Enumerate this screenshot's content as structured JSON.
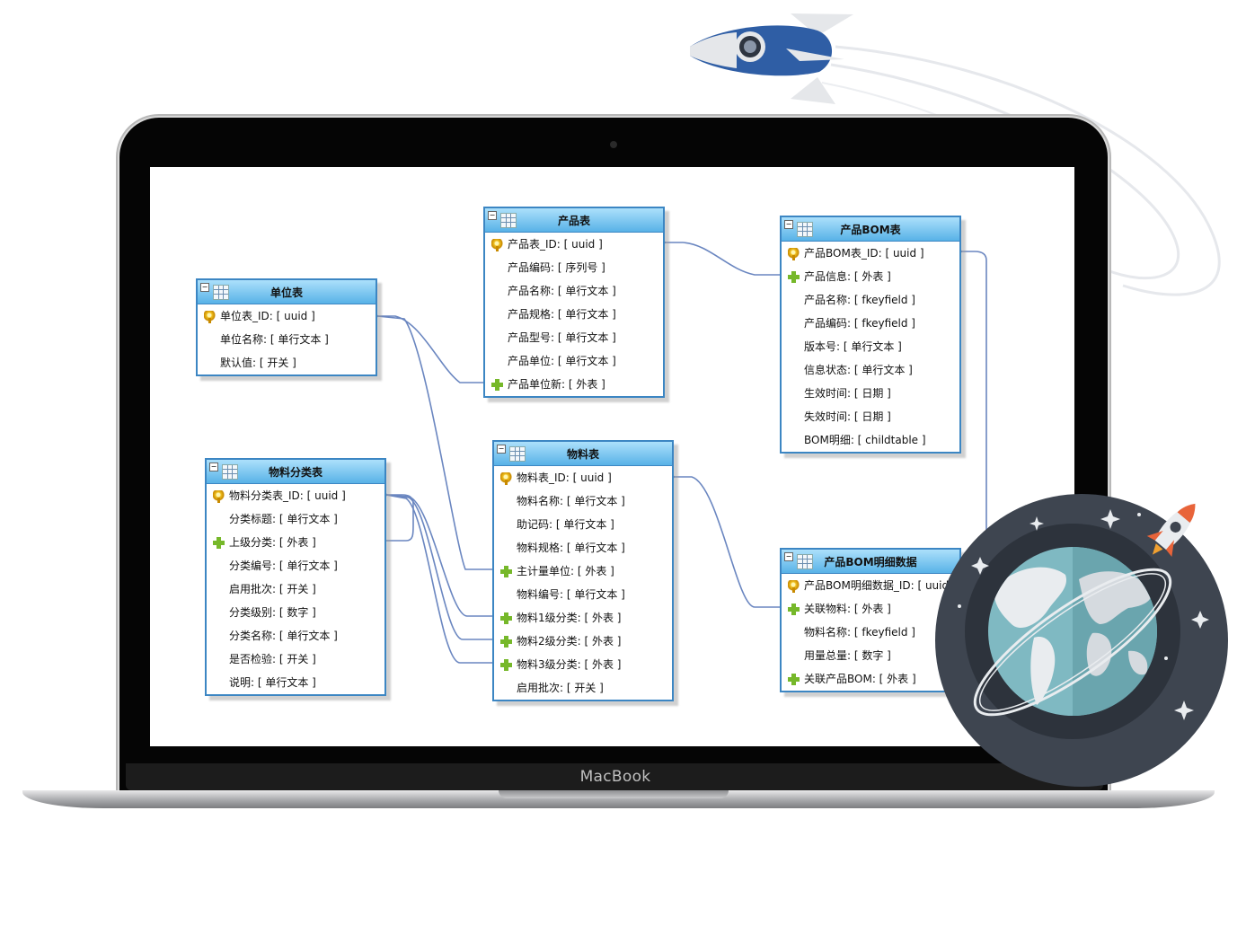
{
  "brand": "MacBook",
  "colors": {
    "header_top": "#ace0fb",
    "header_bottom": "#58b2e7",
    "border": "#3c86c3",
    "connector": "#6a86c0",
    "key": "#f0c020",
    "fk": "#76b82a"
  },
  "icons": {
    "pk": "key-icon",
    "fk": "plus-icon",
    "table": "table-grid-icon",
    "collapse": "collapse-icon"
  },
  "tables": [
    {
      "id": "unit",
      "title": "单位表",
      "rows": [
        {
          "icon": "pk",
          "text": "单位表_ID: [ uuid ]"
        },
        {
          "icon": "",
          "text": "单位名称: [ 单行文本 ]"
        },
        {
          "icon": "",
          "text": "默认值: [ 开关 ]"
        }
      ]
    },
    {
      "id": "category",
      "title": "物料分类表",
      "rows": [
        {
          "icon": "pk",
          "text": "物料分类表_ID: [ uuid ]"
        },
        {
          "icon": "",
          "text": "分类标题: [ 单行文本 ]"
        },
        {
          "icon": "fk",
          "text": "上级分类: [ 外表 ]"
        },
        {
          "icon": "",
          "text": "分类编号: [ 单行文本 ]"
        },
        {
          "icon": "",
          "text": "启用批次: [ 开关 ]"
        },
        {
          "icon": "",
          "text": "分类级别: [ 数字 ]"
        },
        {
          "icon": "",
          "text": "分类名称: [ 单行文本 ]"
        },
        {
          "icon": "",
          "text": "是否检验: [ 开关 ]"
        },
        {
          "icon": "",
          "text": "说明: [ 单行文本 ]"
        }
      ]
    },
    {
      "id": "product",
      "title": "产品表",
      "rows": [
        {
          "icon": "pk",
          "text": "产品表_ID: [ uuid ]"
        },
        {
          "icon": "",
          "text": "产品编码: [ 序列号 ]"
        },
        {
          "icon": "",
          "text": "产品名称: [ 单行文本 ]"
        },
        {
          "icon": "",
          "text": "产品规格: [ 单行文本 ]"
        },
        {
          "icon": "",
          "text": "产品型号: [ 单行文本 ]"
        },
        {
          "icon": "",
          "text": "产品单位: [ 单行文本 ]"
        },
        {
          "icon": "fk",
          "text": "产品单位新: [ 外表 ]"
        }
      ]
    },
    {
      "id": "material",
      "title": "物料表",
      "rows": [
        {
          "icon": "pk",
          "text": "物料表_ID: [ uuid ]"
        },
        {
          "icon": "",
          "text": "物料名称: [ 单行文本 ]"
        },
        {
          "icon": "",
          "text": "助记码: [ 单行文本 ]"
        },
        {
          "icon": "",
          "text": "物料规格: [ 单行文本 ]"
        },
        {
          "icon": "fk",
          "text": "主计量单位: [ 外表 ]"
        },
        {
          "icon": "",
          "text": "物料编号: [ 单行文本 ]"
        },
        {
          "icon": "fk",
          "text": "物料1级分类: [ 外表 ]"
        },
        {
          "icon": "fk",
          "text": "物料2级分类: [ 外表 ]"
        },
        {
          "icon": "fk",
          "text": "物料3级分类: [ 外表 ]"
        },
        {
          "icon": "",
          "text": "启用批次: [ 开关 ]"
        }
      ]
    },
    {
      "id": "bom",
      "title": "产品BOM表",
      "rows": [
        {
          "icon": "pk",
          "text": "产品BOM表_ID: [ uuid ]"
        },
        {
          "icon": "fk",
          "text": "产品信息: [ 外表 ]"
        },
        {
          "icon": "",
          "text": "产品名称: [ fkeyfield ]"
        },
        {
          "icon": "",
          "text": "产品编码: [ fkeyfield ]"
        },
        {
          "icon": "",
          "text": "版本号: [ 单行文本 ]"
        },
        {
          "icon": "",
          "text": "信息状态: [ 单行文本 ]"
        },
        {
          "icon": "",
          "text": "生效时间: [ 日期 ]"
        },
        {
          "icon": "",
          "text": "失效时间: [ 日期 ]"
        },
        {
          "icon": "",
          "text": "BOM明细: [ childtable ]"
        }
      ]
    },
    {
      "id": "bomdetail",
      "title": "产品BOM明细数据",
      "rows": [
        {
          "icon": "pk",
          "text": "产品BOM明细数据_ID: [ uuid ]"
        },
        {
          "icon": "fk",
          "text": "关联物料: [ 外表 ]"
        },
        {
          "icon": "",
          "text": "物料名称: [ fkeyfield ]"
        },
        {
          "icon": "",
          "text": "用量总量: [ 数字 ]"
        },
        {
          "icon": "fk",
          "text": "关联产品BOM: [ 外表 ]"
        }
      ]
    }
  ]
}
